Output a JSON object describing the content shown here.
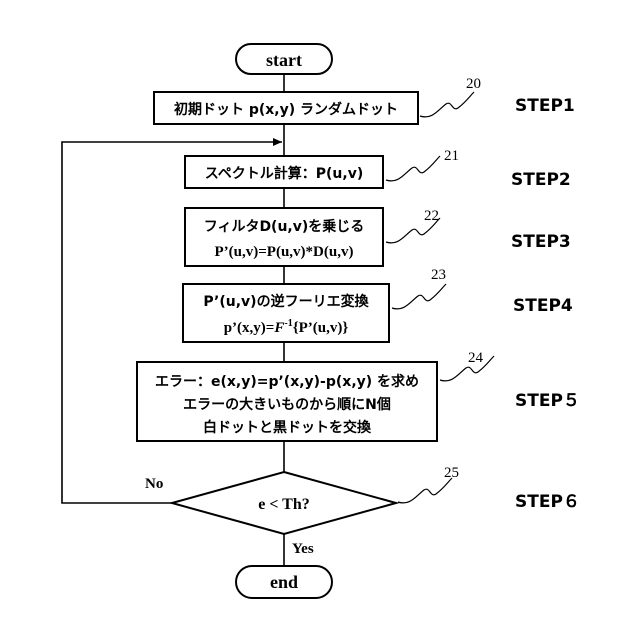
{
  "flowchart": {
    "start": "start",
    "end": "end",
    "steps": [
      {
        "id": "step1",
        "label": "STEP1",
        "ref": "20",
        "lines": [
          "初期ドット p(x,y) ランダムドット"
        ]
      },
      {
        "id": "step2",
        "label": "STEP2",
        "ref": "21",
        "lines": [
          "スペクトル計算：P(u,v)"
        ]
      },
      {
        "id": "step3",
        "label": "STEP3",
        "ref": "22",
        "lines": [
          "フィルタD(u,v)を乗じる",
          "P’(u,v)=P(u,v)*D(u,v)"
        ]
      },
      {
        "id": "step4",
        "label": "STEP4",
        "ref": "23",
        "lines": [
          "P’(u,v)の逆フーリエ変換",
          "p’(x,y)=",
          "F",
          "-1",
          "{P’(u,v)}"
        ]
      },
      {
        "id": "step5",
        "label": "STEP５",
        "ref": "24",
        "lines": [
          "エラー：e(x,y)=p’(x,y)-p(x,y) を求め",
          "エラーの大きいものから順にN個",
          "白ドットと黒ドットを交換"
        ]
      },
      {
        "id": "step6",
        "label": "STEP６",
        "ref": "25",
        "lines": [
          "e < Th?"
        ]
      }
    ],
    "branch_no": "No",
    "branch_yes": "Yes"
  }
}
